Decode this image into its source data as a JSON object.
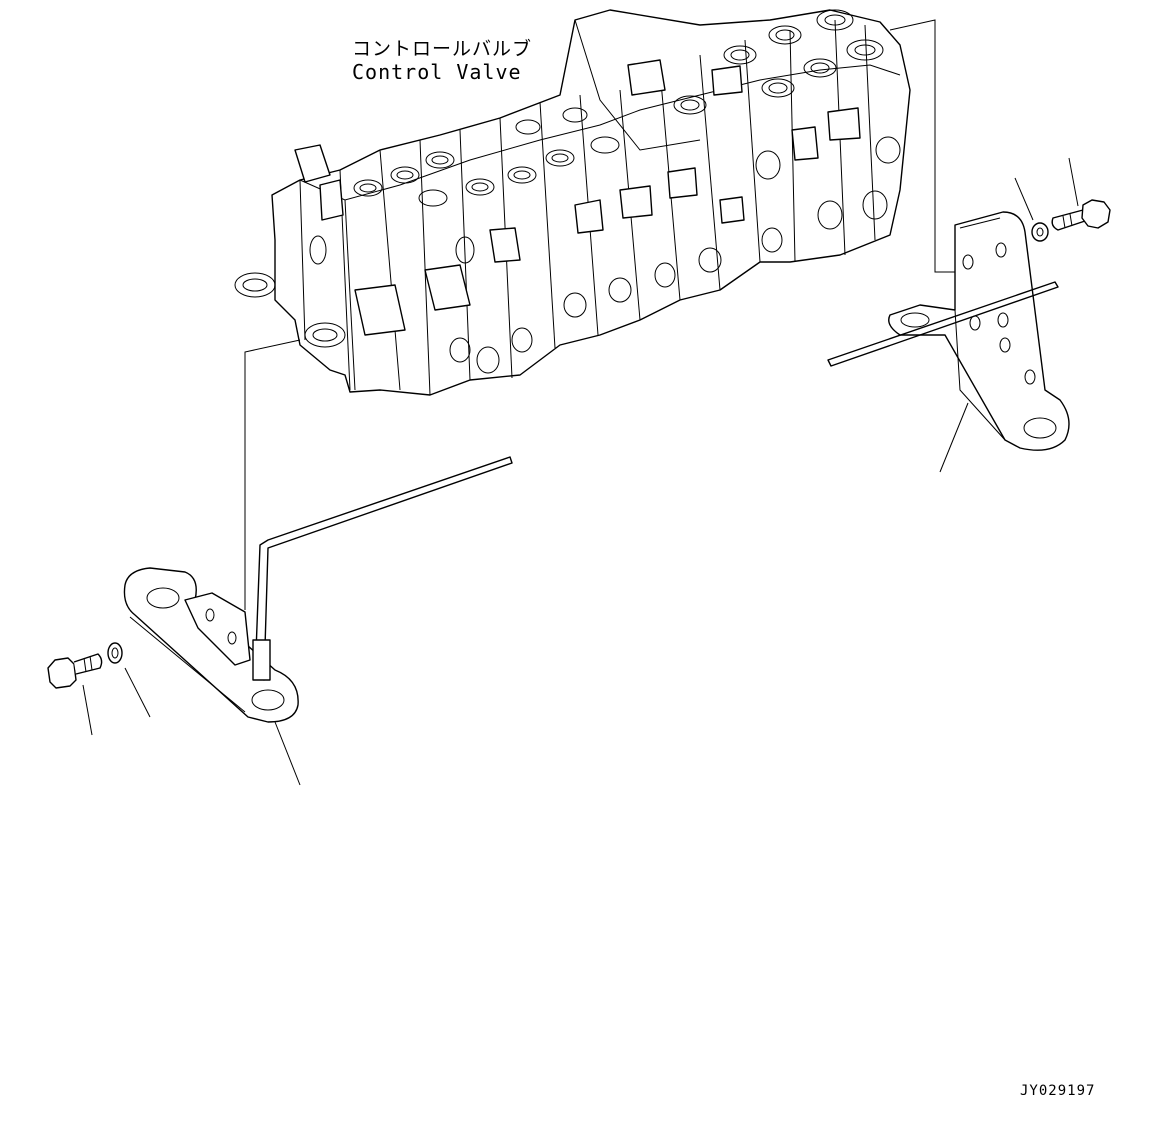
{
  "labels": {
    "control_valve_jp": "コントロールバルブ",
    "control_valve_en": "Control Valve"
  },
  "drawing_id": "JY029197",
  "icons": [
    "control-valve-assembly",
    "left-bracket",
    "right-bracket",
    "bolt",
    "washer",
    "wire-rod"
  ]
}
